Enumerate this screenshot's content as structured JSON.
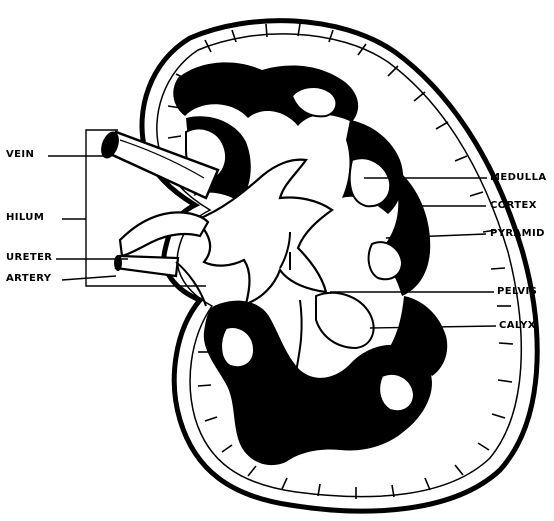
{
  "labels": {
    "vein": "VEIN",
    "hilum": "HILUM",
    "ureter": "URETER",
    "artery": "ARTERY",
    "medulla": "MEDULLA",
    "cortex": "CORTEX",
    "pyramid": "PYRAMID",
    "pelvis": "PELVIS",
    "calyx": "CALYX"
  },
  "colors": {
    "ink": "#000000",
    "paper": "#ffffff"
  }
}
